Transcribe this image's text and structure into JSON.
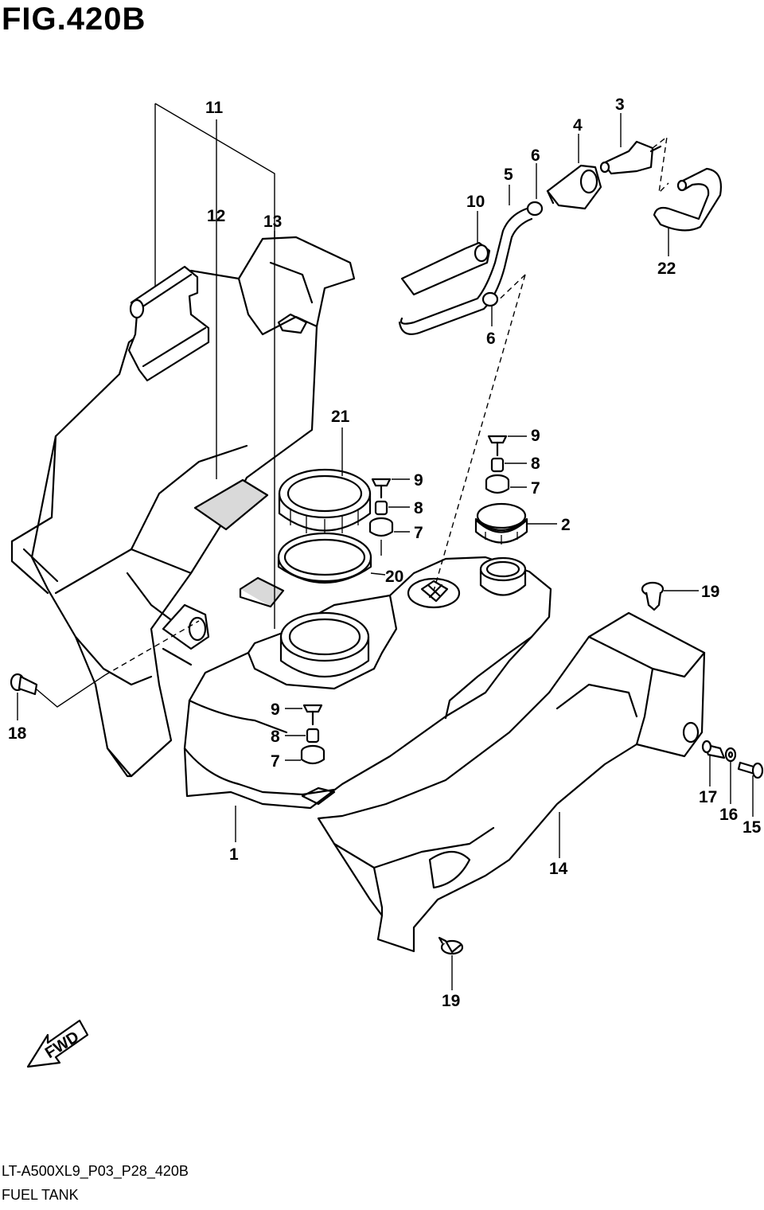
{
  "figure": {
    "title": "FIG.420B",
    "code": "LT-A500XL9_P03_P28_420B",
    "name": "FUEL TANK"
  },
  "fwd_label": "FWD",
  "callouts": {
    "c1": "1",
    "c2": "2",
    "c3": "3",
    "c4": "4",
    "c5": "5",
    "c6a": "6",
    "c6b": "6",
    "c7a": "7",
    "c7b": "7",
    "c7c": "7",
    "c8a": "8",
    "c8b": "8",
    "c8c": "8",
    "c9a": "9",
    "c9b": "9",
    "c9c": "9",
    "c10": "10",
    "c11": "11",
    "c12": "12",
    "c13": "13",
    "c14": "14",
    "c15": "15",
    "c16": "16",
    "c17": "17",
    "c18": "18",
    "c19a": "19",
    "c19b": "19",
    "c20": "20",
    "c21": "21",
    "c22": "22"
  }
}
